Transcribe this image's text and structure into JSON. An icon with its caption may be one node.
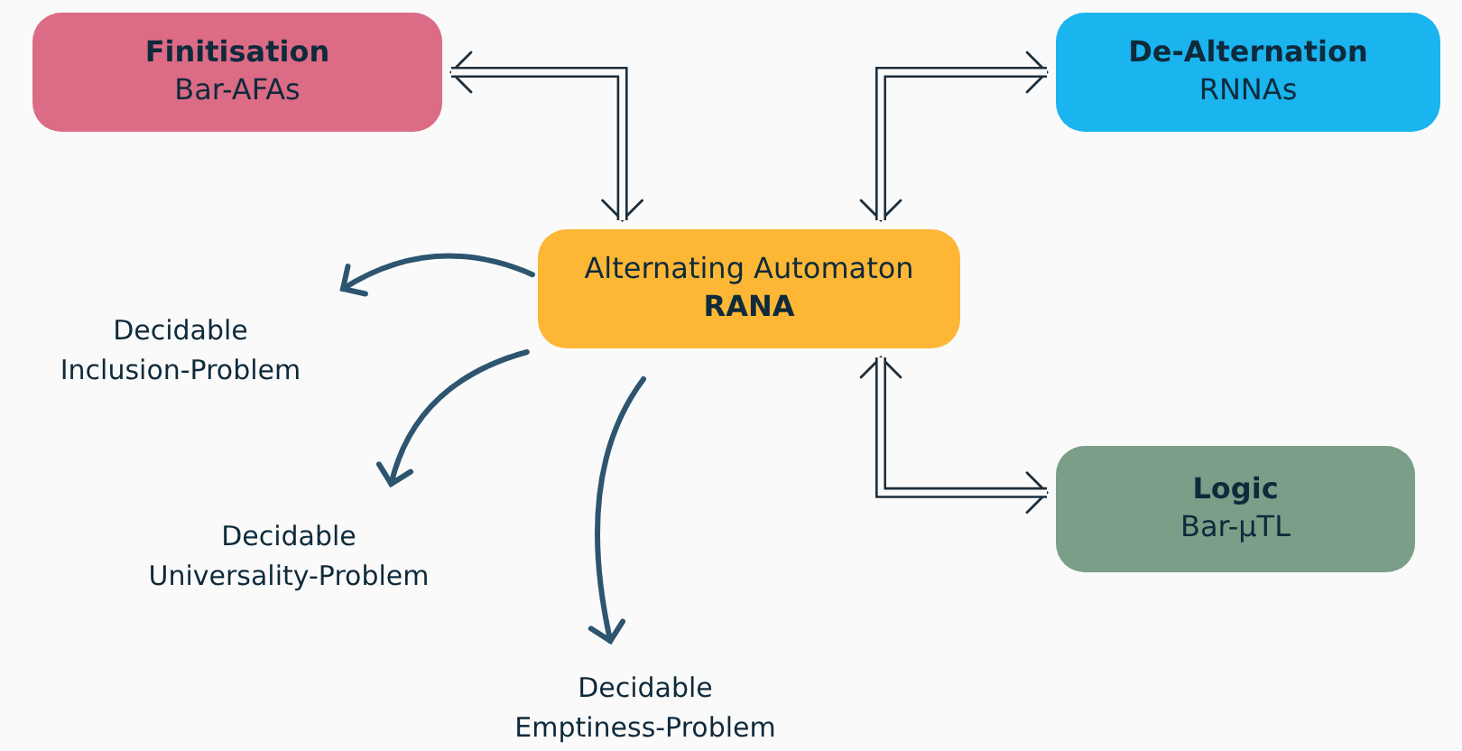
{
  "diagram": {
    "nodes": [
      {
        "text": [
          "Finitisation",
          "Bar-AFAs"
        ]
      },
      {
        "text": [
          "De-Alternation",
          "RNNAs"
        ]
      },
      {
        "text": [
          "Alternating Automaton",
          "RANA"
        ]
      },
      {
        "text": [
          "Logic",
          "Bar-μTL"
        ]
      },
      {
        "text": [
          "Decidable Inclusion-Problem"
        ]
      },
      {
        "text": [
          "Decidable Universality-Problem"
        ]
      },
      {
        "text": [
          "Decidable Emptiness-Problem"
        ]
      }
    ],
    "edges": [
      {
        "from": 0,
        "to": 2,
        "arrow": "both",
        "style": "thick"
      },
      {
        "from": 1,
        "to": 2,
        "arrow": "both",
        "style": "thick"
      },
      {
        "from": 2,
        "to": 3,
        "arrow": "both",
        "style": "thick"
      },
      {
        "from": 2,
        "to": 4,
        "arrow": "to"
      },
      {
        "from": 2,
        "to": 5,
        "arrow": "to"
      },
      {
        "from": 2,
        "to": 6,
        "arrow": "to"
      }
    ]
  }
}
